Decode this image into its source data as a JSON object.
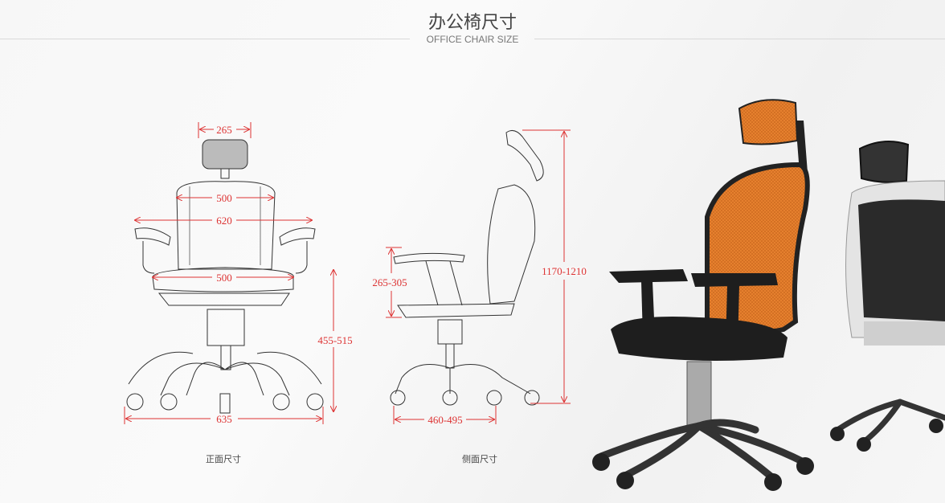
{
  "header": {
    "title_cn": "办公椅尺寸",
    "title_en": "OFFICE CHAIR SIZE"
  },
  "front_view": {
    "caption": "正面尺寸",
    "dims": {
      "headrest_width": "265",
      "back_width": "500",
      "armrest_width": "620",
      "seat_width": "500",
      "seat_height": "455-515",
      "base_width": "635"
    }
  },
  "side_view": {
    "caption": "侧面尺寸",
    "dims": {
      "total_height": "1170-1210",
      "armrest_height": "265-305",
      "seat_depth": "460-495"
    }
  },
  "colors": {
    "dimension": "#dd3333",
    "mesh_orange": "#e8822f",
    "frame": "#222222"
  }
}
